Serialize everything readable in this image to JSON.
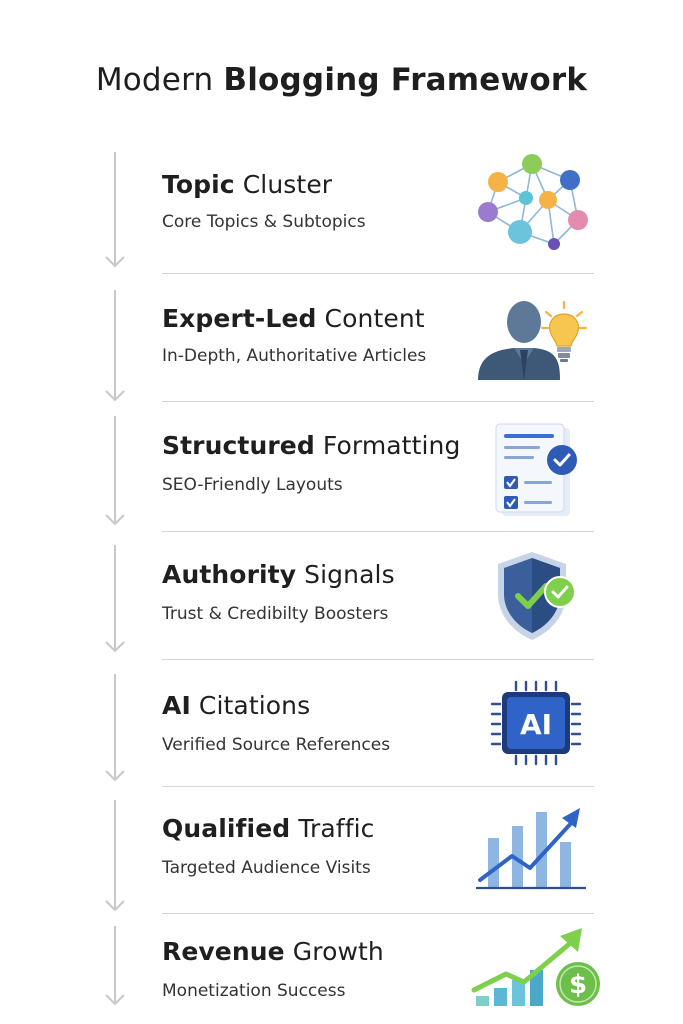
{
  "title": {
    "regular": "Modern",
    "bold": "Blogging Framework"
  },
  "steps": [
    {
      "bold": "Topic",
      "regular": "Cluster",
      "subtitle": "Core Topics & Subtopics",
      "icon": "network-nodes-icon"
    },
    {
      "bold": "Expert-Led",
      "regular": "Content",
      "subtitle": "In-Depth, Authoritative Articles",
      "icon": "expert-lightbulb-icon"
    },
    {
      "bold": "Structured",
      "regular": "Formatting",
      "subtitle": "SEO-Friendly Layouts",
      "icon": "checklist-document-icon"
    },
    {
      "bold": "Authority",
      "regular": "Signals",
      "subtitle": "Trust & Credibilty Boosters",
      "icon": "shield-check-icon"
    },
    {
      "bold": "AI",
      "regular": "Citations",
      "subtitle": "Verified Source References",
      "icon": "ai-chip-icon",
      "icon_text": "AI"
    },
    {
      "bold": "Qualified",
      "regular": "Traffic",
      "subtitle": "Targeted Audience Visits",
      "icon": "growth-bar-chart-icon"
    },
    {
      "bold": "Revenue",
      "regular": "Growth",
      "subtitle": "Monetization Success",
      "icon": "revenue-dollar-chart-icon",
      "icon_text": "$"
    }
  ],
  "colors": {
    "blue": "#3b6fd1",
    "dark_blue": "#1f3f8f",
    "green": "#6cc04a",
    "arrow_gray": "#c8c8c8",
    "divider": "#d6d6d6"
  }
}
